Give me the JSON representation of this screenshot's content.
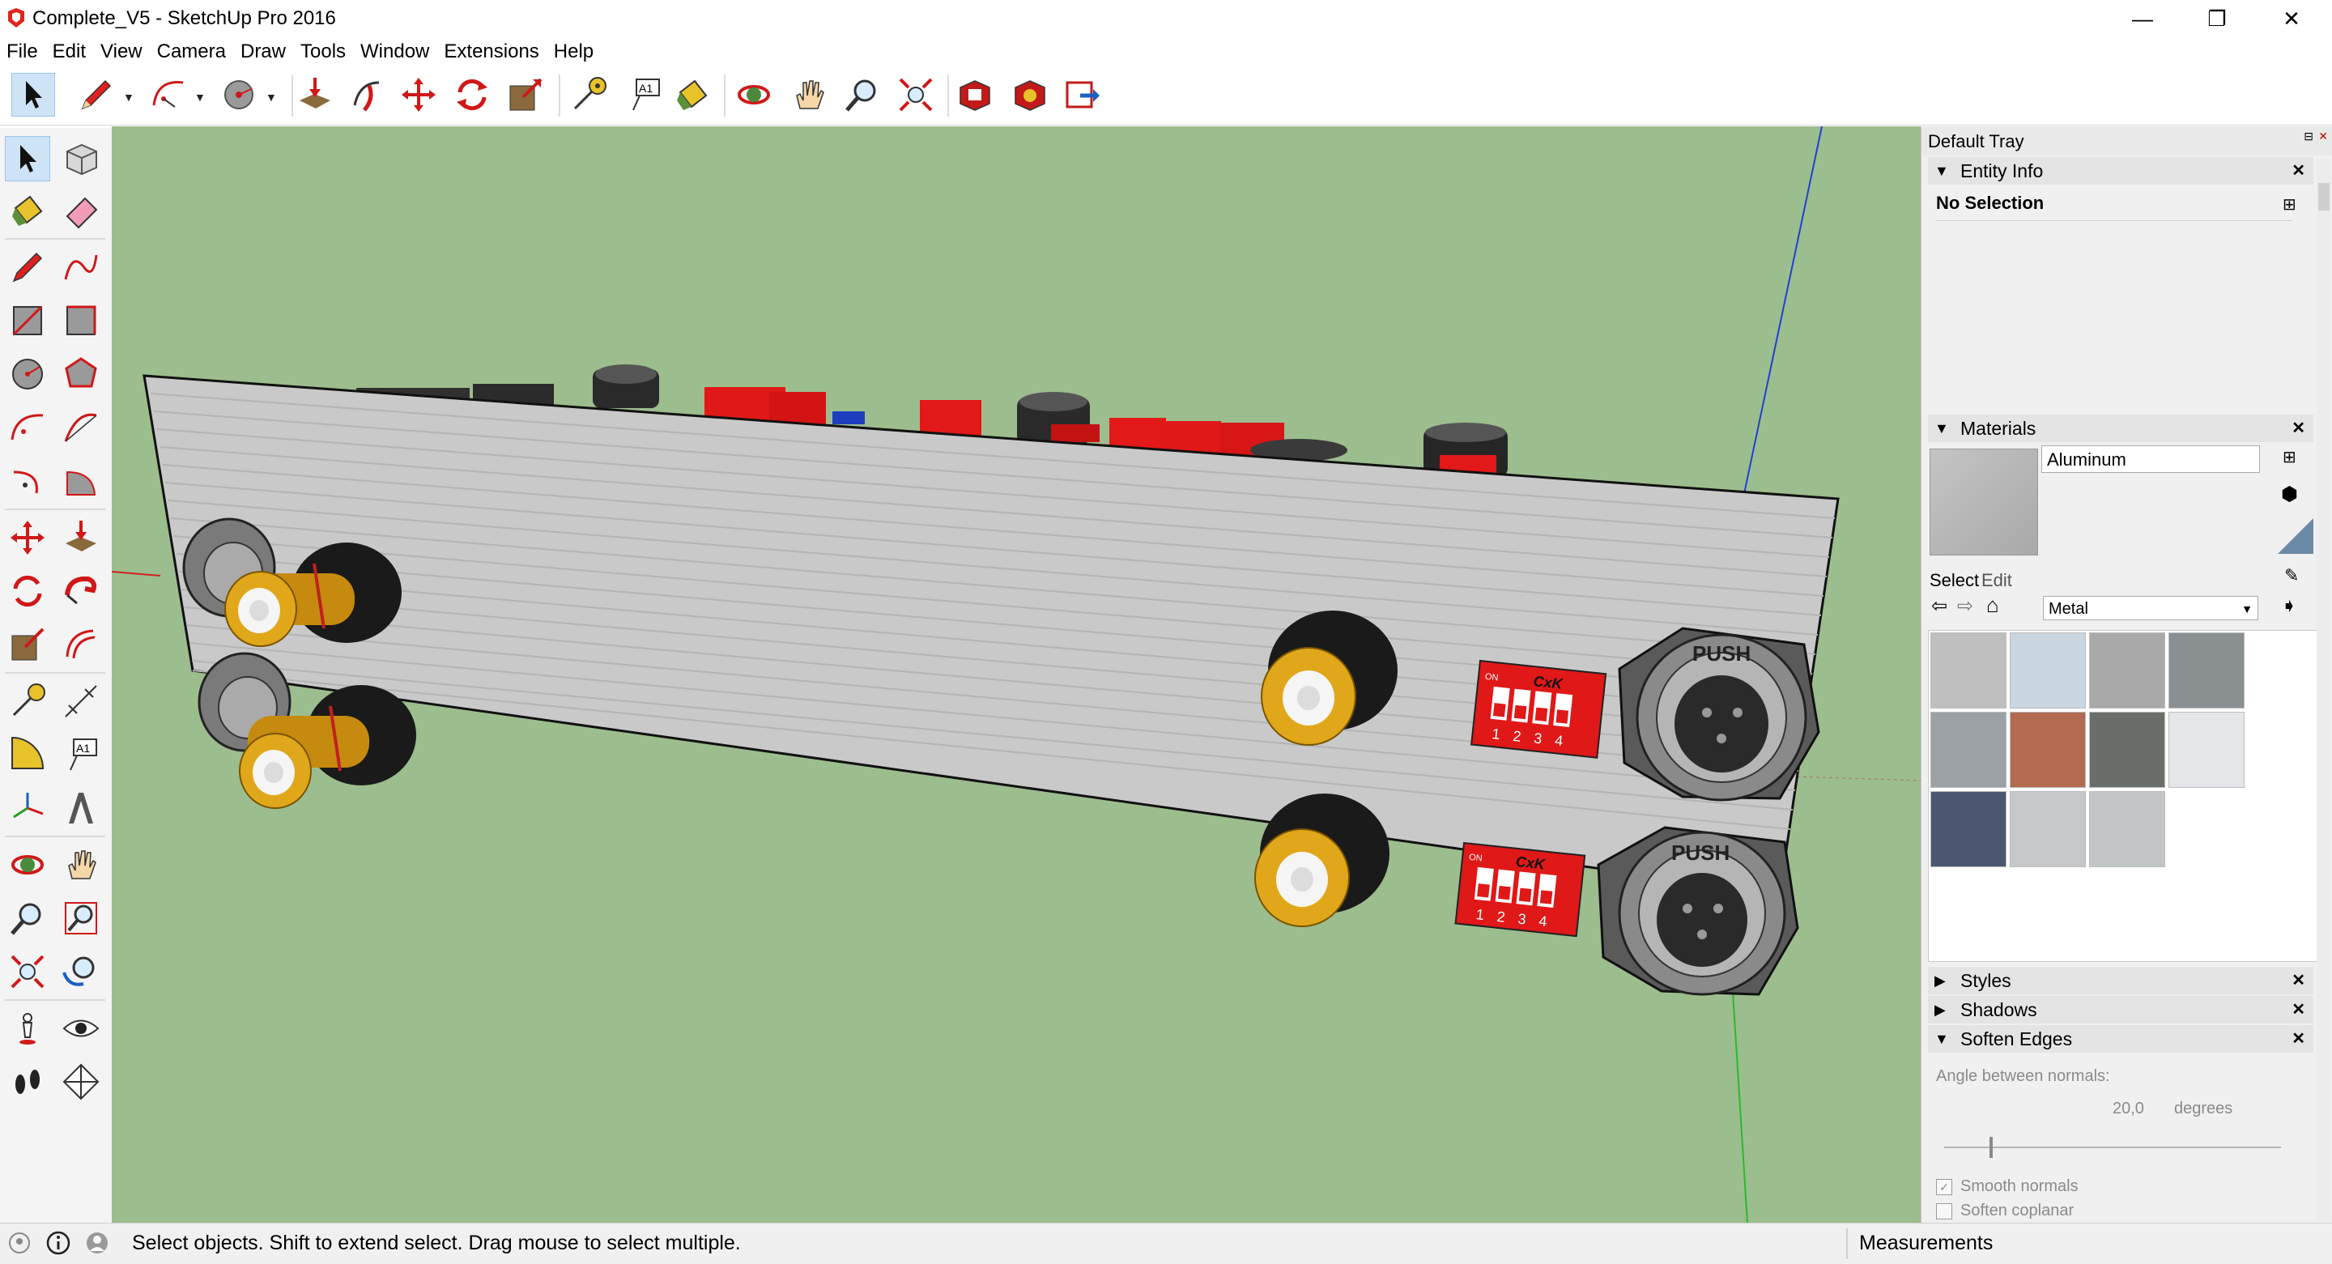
{
  "window": {
    "title": "Complete_V5 - SketchUp Pro 2016",
    "minimize_glyph": "—",
    "restore_glyph": "❐",
    "close_glyph": "✕"
  },
  "menu": [
    "File",
    "Edit",
    "View",
    "Camera",
    "Draw",
    "Tools",
    "Window",
    "Extensions",
    "Help"
  ],
  "viewport": {
    "background": "#9cbd8e",
    "panel_color": "#c9c9c9",
    "switch_label": "CxK",
    "switch_on": "ON",
    "switch_numbers": [
      "1",
      "2",
      "3",
      "4"
    ],
    "xlr_label": "PUSH"
  },
  "tray": {
    "title": "Default Tray",
    "entity_info": {
      "label": "Entity Info",
      "selection": "No Selection"
    },
    "materials": {
      "label": "Materials",
      "current_name": "Aluminum",
      "tab_select": "Select",
      "tab_edit": "Edit",
      "library": "Metal",
      "swatch_colors": [
        "#bfbfbf",
        "#c9d5e0",
        "#a9a9a9",
        "#8a8f92",
        "#9aa0a4",
        "#b36a4f",
        "#6a6e6a",
        "#e4e6ea",
        "#4b5670",
        "#c5c7c9",
        "#c2c6c8"
      ]
    },
    "styles_label": "Styles",
    "shadows_label": "Shadows",
    "soften": {
      "label": "Soften Edges",
      "angle_label": "Angle between normals:",
      "angle_value": "20,0",
      "angle_unit": "degrees",
      "smooth_normals": "Smooth normals",
      "soften_coplanar": "Soften coplanar"
    }
  },
  "status": {
    "text": "Select objects. Shift to extend select. Drag mouse to select multiple.",
    "measurements": "Measurements"
  }
}
